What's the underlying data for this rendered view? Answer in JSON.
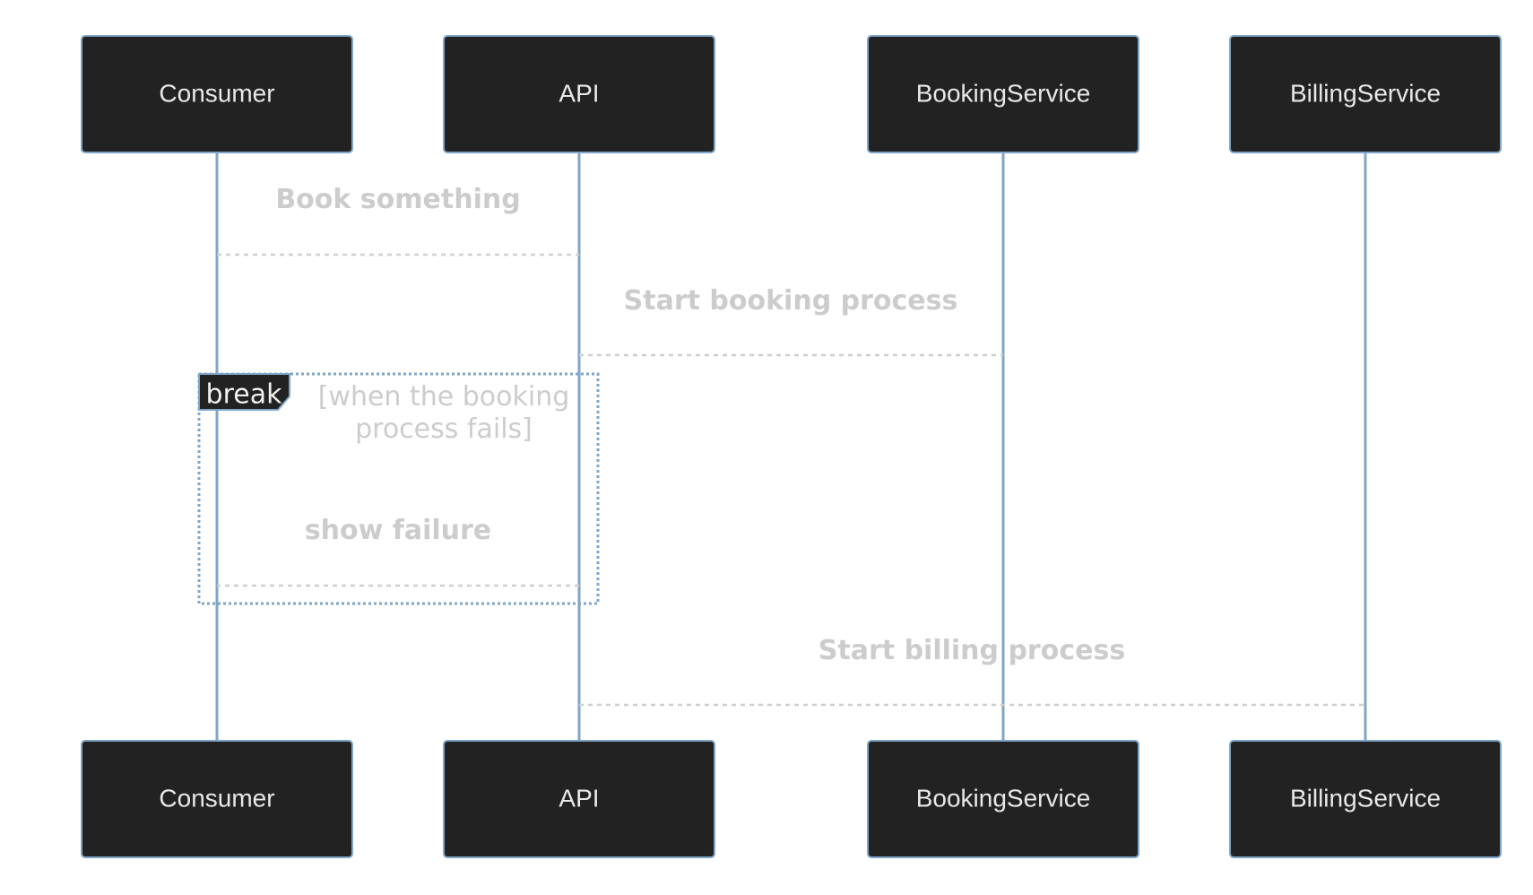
{
  "actors": [
    "Consumer",
    "API",
    "BookingService",
    "BillingService"
  ],
  "messages": [
    {
      "from": "Consumer",
      "to": "API",
      "label": "Book something"
    },
    {
      "from": "API",
      "to": "BookingService",
      "label": "Start booking process"
    },
    {
      "from": "API",
      "to": "Consumer",
      "label": "show failure"
    },
    {
      "from": "API",
      "to": "BillingService",
      "label": "Start billing process"
    }
  ],
  "break_frame": {
    "tag": "break",
    "condition_line1": "[when the booking",
    "condition_line2": "process fails]"
  },
  "colors": {
    "actor_fill": "#222222",
    "actor_border": "#7fa6c9",
    "lifeline": "#7fa6c9",
    "message": "#cccccc"
  }
}
